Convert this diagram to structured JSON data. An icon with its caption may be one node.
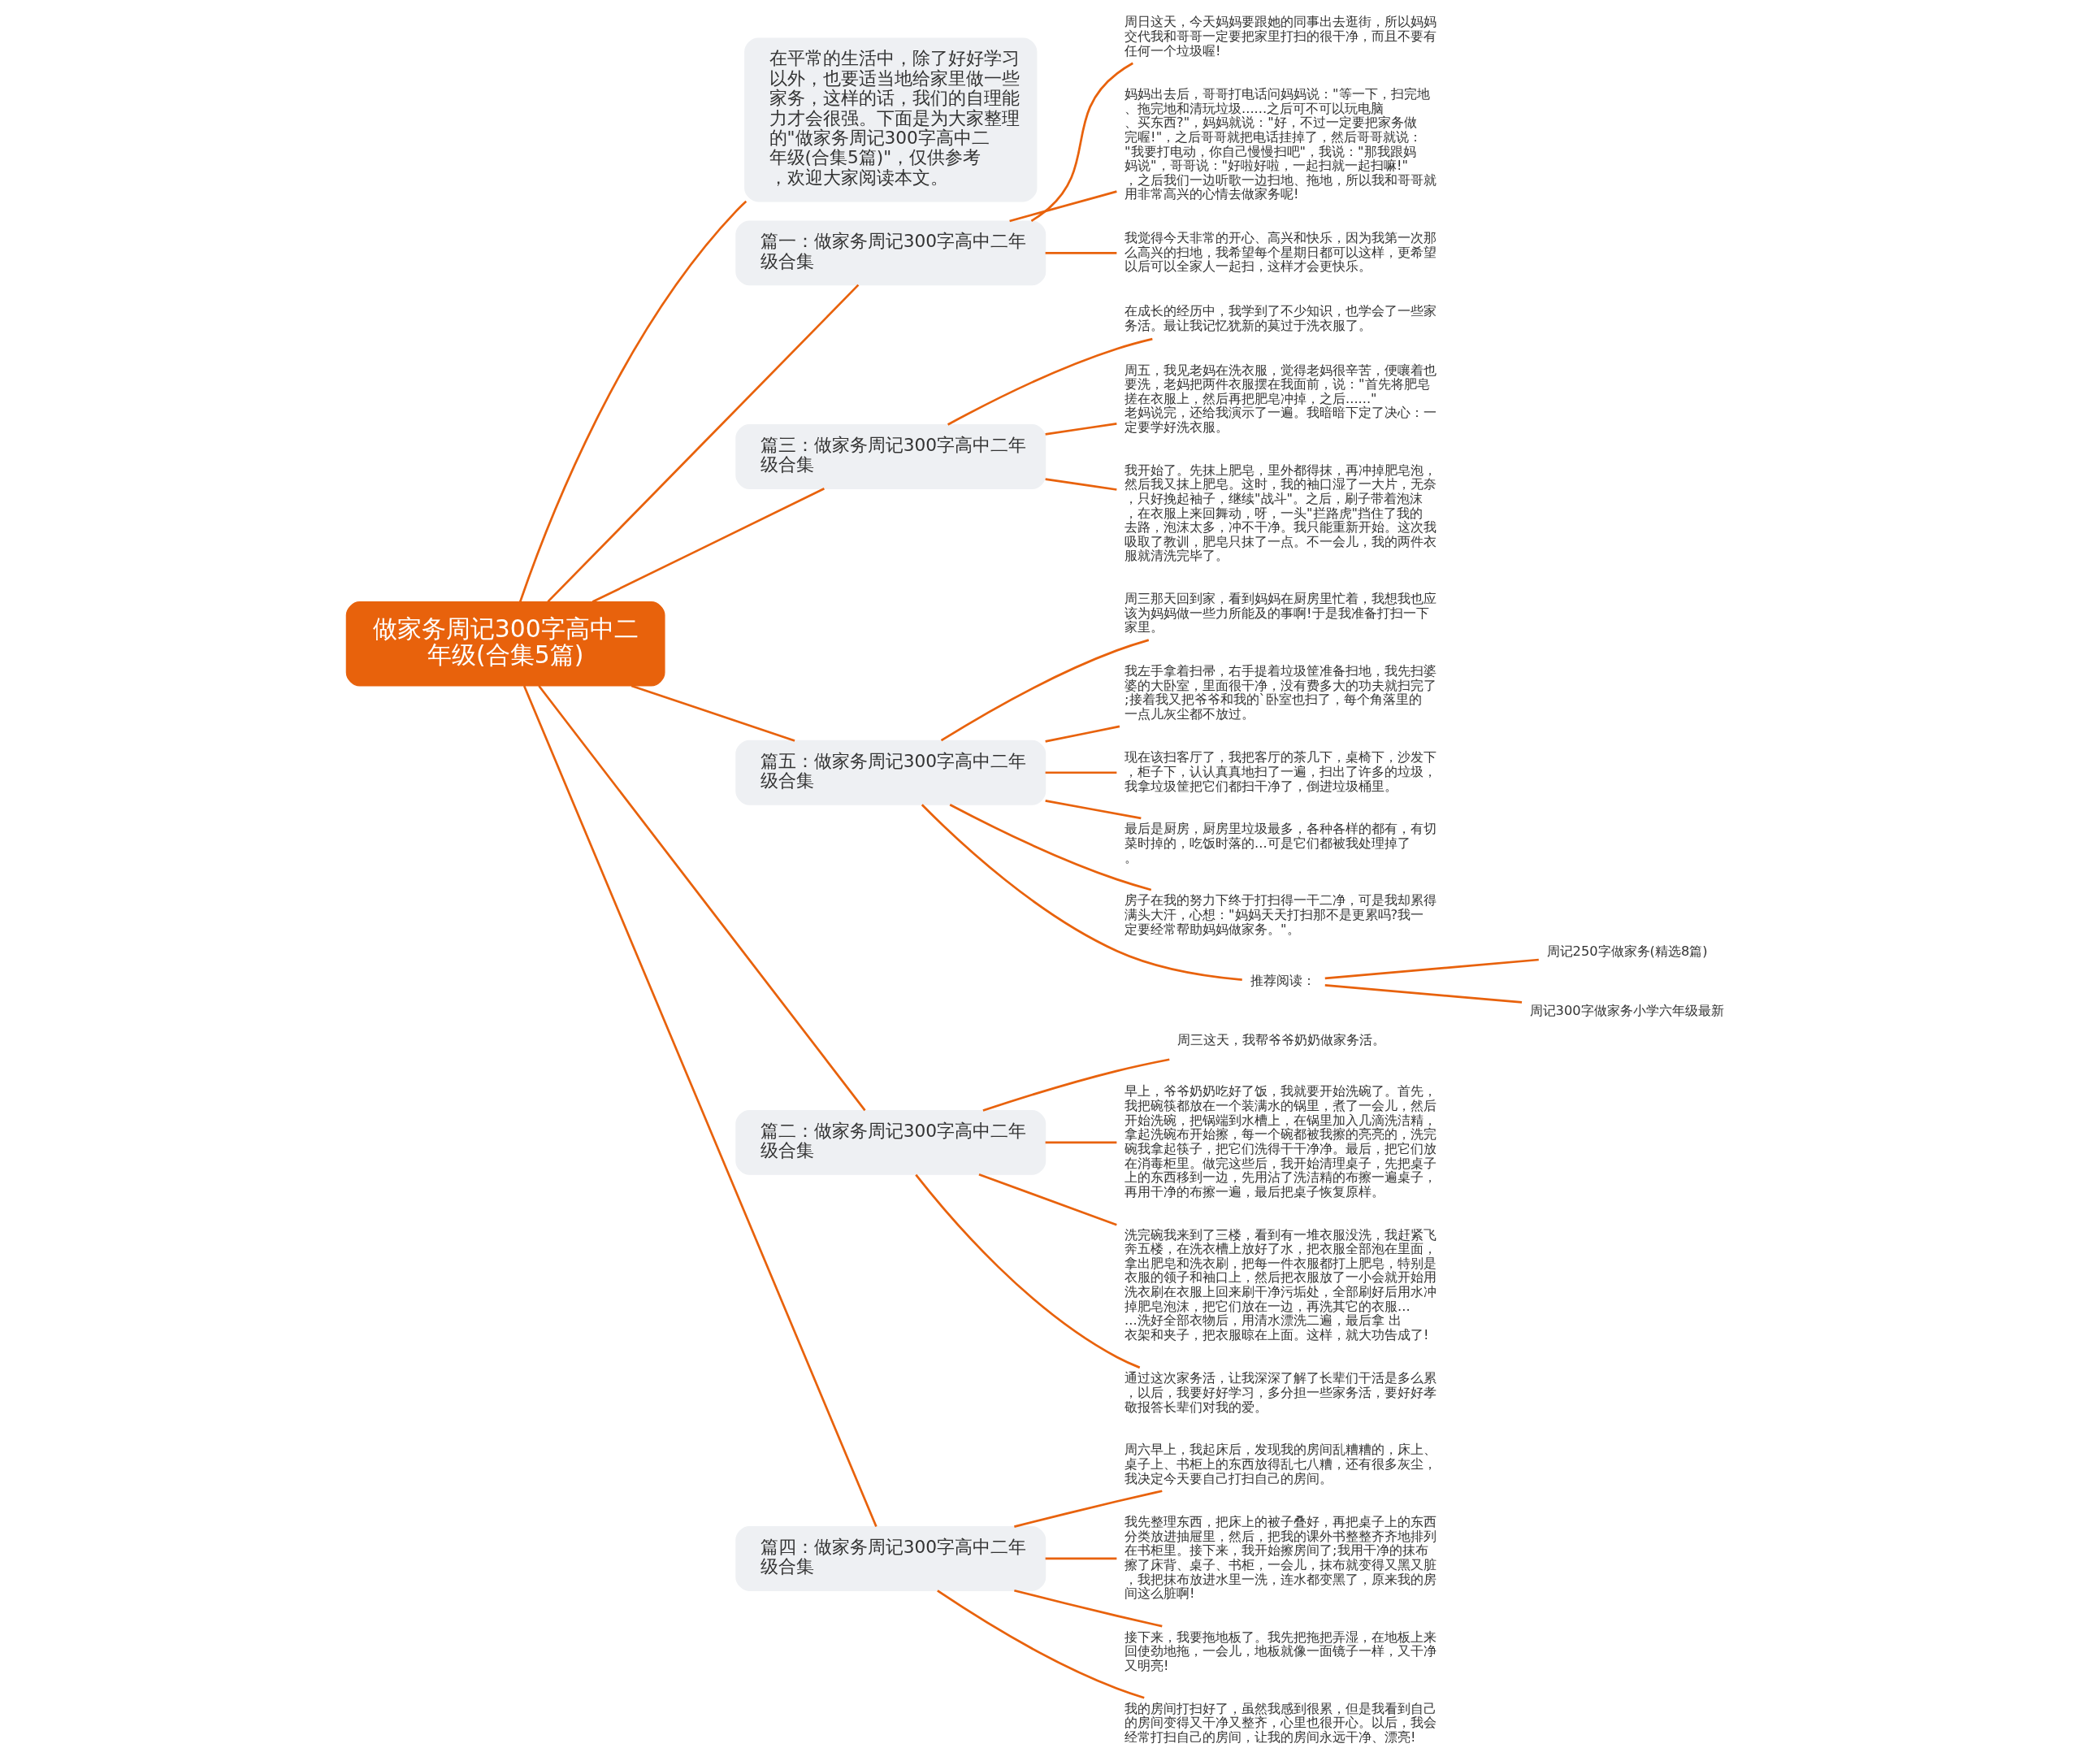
{
  "diagram": {
    "nodes": [
      {
        "text": [
          "做家务周记300字高中二年级(合集5篇)"
        ]
      },
      {
        "text": [
          "在平常的生活中，除了好好学习以外，也要适当地给家里做一些家务，这样的话，我们的自理能力才会很强。下面是为大家整理的\"做家务周记300字高中二年级(合集5篇)\"，仅供参考，欢迎大家阅读本文。"
        ]
      },
      {
        "text": [
          "篇一：做家务周记300字高中二年级合集"
        ]
      },
      {
        "text": [
          "周日这天，今天妈妈要跟她的同事出去逛街，所以妈妈交代我和哥哥一定要把家里打扫的很干净，而且不要有任何一个垃圾喔!"
        ]
      },
      {
        "text": [
          "妈妈出去后，哥哥打电话问妈妈说：\"等一下，扫完地、拖完地和清玩垃圾......之后可不可以玩电脑、买东西?\"，妈妈就说：\"好，不过一定要把家务做完喔!\"，之后哥哥就把电话挂掉了，然后哥哥就说：\"我要打电动，你自己慢慢扫吧\"，我说：\"那我跟妈妈说\"，哥哥说：\"好啦好啦，一起扫就一起扫嘛!\"，之后我们一边听歌一边扫地、拖地，所以我和哥哥就用非常高兴的心情去做家务呢!"
        ]
      },
      {
        "text": [
          "我觉得今天非常的开心、高兴和快乐，因为我第一次那么高兴的扫地，我希望每个星期日都可以这样，更希望以后可以全家人一起扫，这样才会更快乐。"
        ]
      },
      {
        "text": [
          "篇三：做家务周记300字高中二年级合集"
        ]
      },
      {
        "text": [
          "在成长的经历中，我学到了不少知识，也学会了一些家务活。最让我记忆犹新的莫过于洗衣服了。"
        ]
      },
      {
        "text": [
          "周五，我见老妈在洗衣服，觉得老妈很辛苦，便嚷着也要洗，老妈把两件衣服摆在我面前，说：\"首先将肥皂搓在衣服上，然后再把肥皂冲掉，之后......\"老妈说完，还给我演示了一遍。我暗暗下定了决心：一定要学好洗衣服。"
        ]
      },
      {
        "text": [
          "我开始了。先抹上肥皂，里外都得抹，再冲掉肥皂泡，然后我又抹上肥皂。这时，我的袖口湿了一大片，无奈，只好挽起袖子，继续\"战斗\"。之后，刷子带着泡沫，在衣服上来回舞动，呀，一头\"拦路虎\"挡住了我的去路，泡沫太多，冲不干净。我只能重新开始。这次我吸取了教训，肥皂只抹了一点。不一会儿，我的两件衣服就清洗完毕了。"
        ]
      },
      {
        "text": [
          "篇五：做家务周记300字高中二年级合集"
        ]
      },
      {
        "text": [
          "周三那天回到家，看到妈妈在厨房里忙着，我想我也应该为妈妈做一些力所能及的事啊!于是我准备打扫一下家里。"
        ]
      },
      {
        "text": [
          "我左手拿着扫帚，右手提着垃圾筐准备扫地，我先扫婆婆的大卧室，里面很干净，没有费多大的功夫就扫完了;接着我又把爷爷和我的`卧室也扫了，每个角落里的一点儿灰尘都不放过。"
        ]
      },
      {
        "text": [
          "现在该扫客厅了，我把客厅的茶几下，桌椅下，沙发下，柜子下，认认真真地扫了一遍，扫出了许多的垃圾，我拿垃圾筐把它们都扫干净了，倒进垃圾桶里。"
        ]
      },
      {
        "text": [
          "最后是厨房，厨房里垃圾最多，各种各样的都有，有切菜时掉的，吃饭时落的...可是它们都被我处理掉了。"
        ]
      },
      {
        "text": [
          "房子在我的努力下终于打扫得一干二净，可是我却累得满头大汗，心想：\"妈妈天天打扫那不是更累吗?我一定要经常帮助妈妈做家务。\"。"
        ]
      },
      {
        "text": [
          "推荐阅读："
        ]
      },
      {
        "text": [
          "周记250字做家务(精选8篇)"
        ]
      },
      {
        "text": [
          "周记300字做家务小学六年级最新"
        ]
      },
      {
        "text": [
          "篇二：做家务周记300字高中二年级合集"
        ]
      },
      {
        "text": [
          "周三这天，我帮爷爷奶奶做家务活。"
        ]
      },
      {
        "text": [
          "早上，爷爷奶奶吃好了饭，我就要开始洗碗了。首先，我把碗筷都放在一个装满水的锅里，煮了一会儿，然后开始洗碗，把锅端到水槽上，在锅里加入几滴洗洁精，拿起洗碗布开始擦，每一个碗都被我擦的亮亮的，洗完碗我拿起筷子，把它们洗得干干净净。最后，把它们放在消毒柜里。做完这些后，我开始清理桌子，先把桌子上的东西移到一边，先用沾了洗洁精的布擦一遍桌子，再用干净的布擦一遍，最后把桌子恢复原样。"
        ]
      },
      {
        "text": [
          "洗完碗我来到了三楼，看到有一堆衣服没洗，我赶紧飞奔五楼，在洗衣槽上放好了水，把衣服全部泡在里面，拿出肥皂和洗衣刷，把每一件衣服都打上肥皂，特别是衣服的领子和袖口上，然后把衣服放了一小会就开始用洗衣刷在衣服上回来刷干净污垢处，全部刷好后用水冲掉肥皂泡沫，把它们放在一边，再洗其它的衣服......洗好全部衣物后，用清水漂洗二遍，最后拿 出衣架和夹子，把衣服晾在上面。这样，就大功告成了!"
        ]
      },
      {
        "text": [
          "通过这次家务活，让我深深了解了长辈们干活是多么累，以后，我要好好学习，多分担一些家务活，要好好孝敬报答长辈们对我的爱。"
        ]
      },
      {
        "text": [
          "篇四：做家务周记300字高中二年级合集"
        ]
      },
      {
        "text": [
          "周六早上，我起床后，发现我的房间乱糟糟的，床上、桌子上、书柜上的东西放得乱七八糟，还有很多灰尘，我决定今天要自己打扫自己的房间。"
        ]
      },
      {
        "text": [
          "我先整理东西，把床上的被子叠好，再把桌子上的东西分类放进抽屉里，然后，把我的课外书整整齐齐地排列在书柜里。接下来，我开始擦房间了;我用干净的抹布擦了床背、桌子、书柜，一会儿，抹布就变得又黑又脏，我把抹布放进水里一洗，连水都变黑了，原来我的房间这么脏啊!"
        ]
      },
      {
        "text": [
          "接下来，我要拖地板了。我先把拖把弄湿，在地板上来回使劲地拖，一会儿，地板就像一面镜子一样，又干净又明亮!"
        ]
      },
      {
        "text": [
          "我的房间打扫好了，虽然我感到很累，但是我看到自己的房间变得又干净又整齐，心里也很开心。以后，我会经常打扫自己的房间，让我的房间永远干净、漂亮!"
        ]
      }
    ],
    "edges": [
      {
        "from": 0,
        "to": 1,
        "arrow": "none"
      },
      {
        "from": 0,
        "to": 2,
        "arrow": "none"
      },
      {
        "from": 2,
        "to": 3,
        "arrow": "none"
      },
      {
        "from": 2,
        "to": 4,
        "arrow": "none"
      },
      {
        "from": 2,
        "to": 5,
        "arrow": "none"
      },
      {
        "from": 0,
        "to": 6,
        "arrow": "none"
      },
      {
        "from": 6,
        "to": 7,
        "arrow": "none"
      },
      {
        "from": 6,
        "to": 8,
        "arrow": "none"
      },
      {
        "from": 6,
        "to": 9,
        "arrow": "none"
      },
      {
        "from": 0,
        "to": 10,
        "arrow": "none"
      },
      {
        "from": 10,
        "to": 11,
        "arrow": "none"
      },
      {
        "from": 10,
        "to": 12,
        "arrow": "none"
      },
      {
        "from": 10,
        "to": 13,
        "arrow": "none"
      },
      {
        "from": 10,
        "to": 14,
        "arrow": "none"
      },
      {
        "from": 10,
        "to": 15,
        "arrow": "none"
      },
      {
        "from": 10,
        "to": 16,
        "arrow": "none"
      },
      {
        "from": 16,
        "to": 17,
        "arrow": "none"
      },
      {
        "from": 16,
        "to": 18,
        "arrow": "none"
      },
      {
        "from": 0,
        "to": 19,
        "arrow": "none"
      },
      {
        "from": 19,
        "to": 20,
        "arrow": "none"
      },
      {
        "from": 19,
        "to": 21,
        "arrow": "none"
      },
      {
        "from": 19,
        "to": 22,
        "arrow": "none"
      },
      {
        "from": 19,
        "to": 23,
        "arrow": "none"
      },
      {
        "from": 0,
        "to": 24,
        "arrow": "none"
      },
      {
        "from": 24,
        "to": 25,
        "arrow": "none"
      },
      {
        "from": 24,
        "to": 26,
        "arrow": "none"
      },
      {
        "from": 24,
        "to": 27,
        "arrow": "none"
      },
      {
        "from": 24,
        "to": 28,
        "arrow": "none"
      }
    ]
  }
}
